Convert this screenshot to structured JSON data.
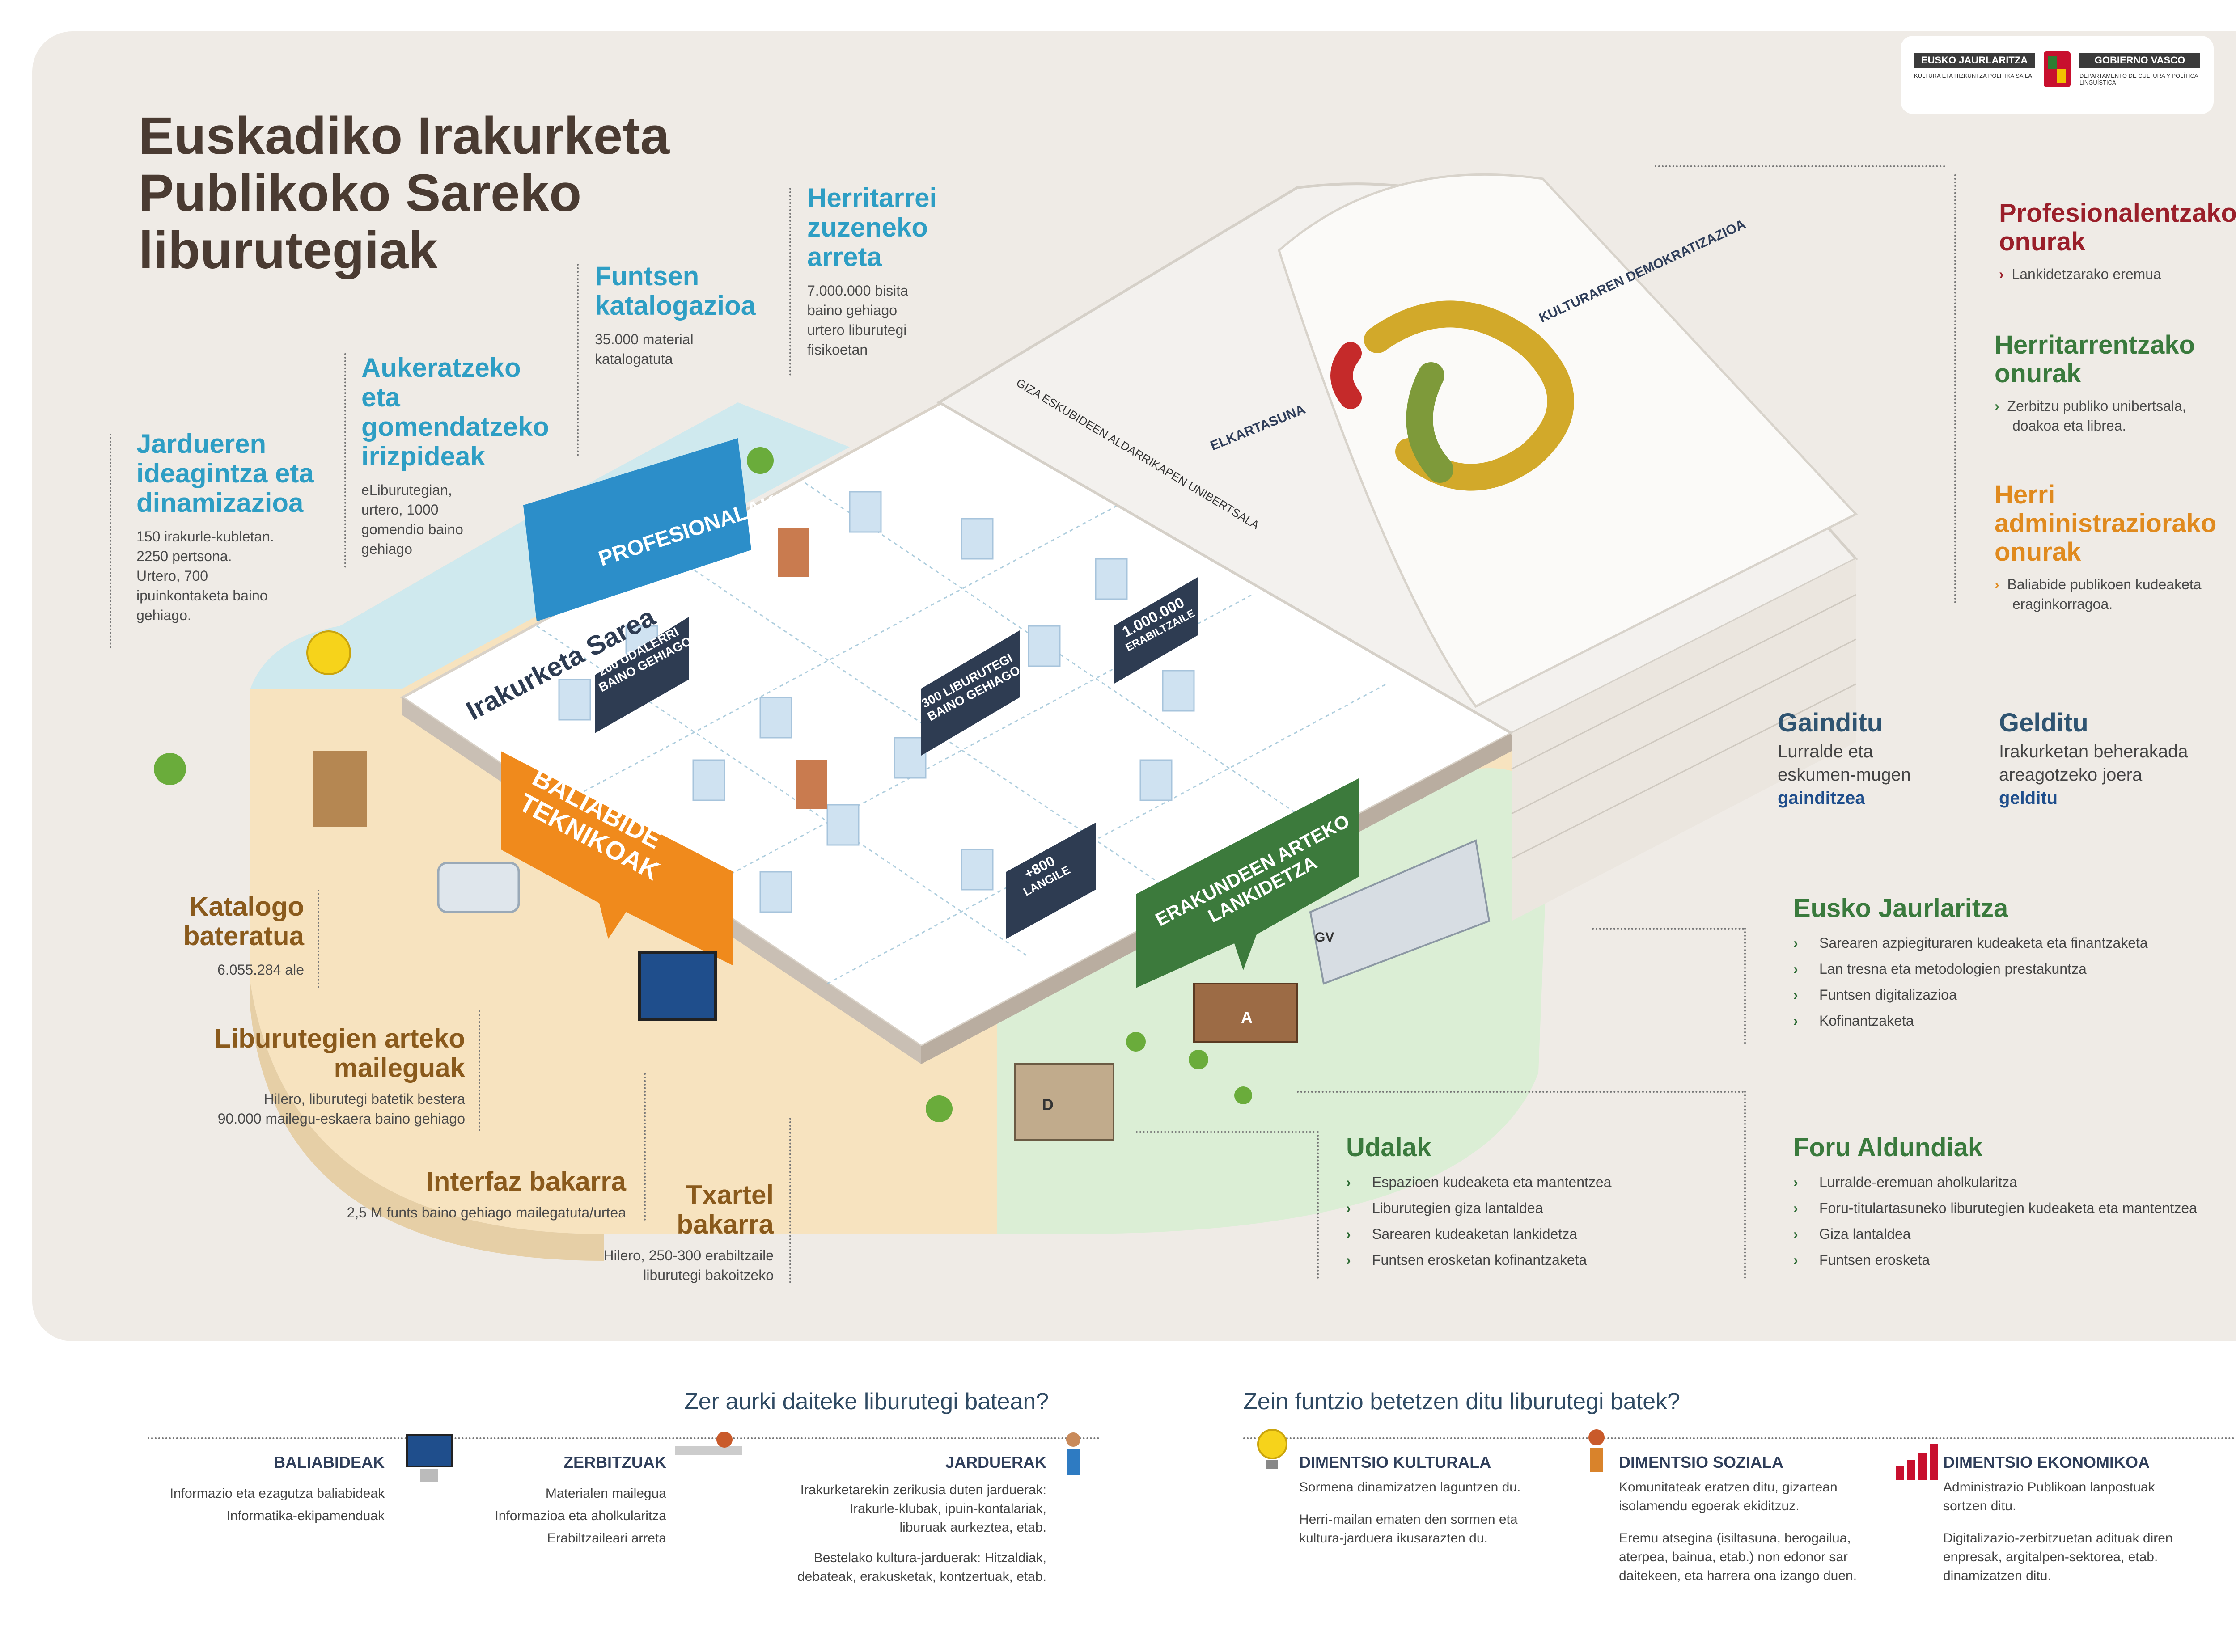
{
  "logo": {
    "left_name": "EUSKO JAURLARITZA",
    "right_name": "GOBIERNO VASCO",
    "left_sub": "KULTURA ETA HIZKUNTZA POLITIKA SAILA",
    "right_sub": "DEPARTAMENTO DE CULTURA Y POLÍTICA LINGÜÍSTICA"
  },
  "title": [
    "Euskadiko Irakurketa",
    "Publikoko Sareko",
    "liburutegiak"
  ],
  "callouts": {
    "jarduerak": {
      "heading": [
        "Jardueren",
        "ideagintza eta",
        "dinamizazioa"
      ],
      "text": [
        "150 irakurle-kubletan.",
        "2250 pertsona.",
        "Urtero, 700",
        "ipuinkontaketa baino",
        "gehiago."
      ]
    },
    "aukeratzeko": {
      "heading": [
        "Aukeratzeko eta",
        "gomendatzeko",
        "irizpideak"
      ],
      "text": [
        "eLiburutegian,",
        "urtero, 1000",
        "gomendio baino",
        "gehiago"
      ]
    },
    "funtsen": {
      "heading": [
        "Funtsen",
        "katalogazioa"
      ],
      "text": [
        "35.000 material",
        "katalogatuta"
      ]
    },
    "herritarrei": {
      "heading": [
        "Herritarrei",
        "zuzeneko",
        "arreta"
      ],
      "text": [
        "7.000.000 bisita",
        "baino gehiago",
        "urtero liburutegi",
        "fisikoetan"
      ]
    },
    "katalogo": {
      "heading": [
        "Katalogo",
        "bateratua"
      ],
      "text": [
        "6.055.284 ale"
      ]
    },
    "maileguak": {
      "heading": [
        "Liburutegien arteko",
        "maileguak"
      ],
      "text": [
        "Hilero, liburutegi batetik bestera",
        "90.000 mailegu-eskaera baino gehiago"
      ]
    },
    "interfaz": {
      "heading": [
        "Interfaz bakarra"
      ],
      "text": [
        "2,5 M funts baino gehiago mailegatuta/urtea"
      ]
    },
    "txartel": {
      "heading": [
        "Txartel",
        "bakarra"
      ],
      "text": [
        "Hilero, 250-300 erabiltzaile",
        "liburutegi bakoitzeko"
      ]
    }
  },
  "board": {
    "sarea": "Irakurketa Sarea",
    "stats": [
      [
        "200 UDALERRI",
        "BAINO GEHIAGO"
      ],
      [
        "300 LIBURUTEGI",
        "BAINO GEHIAGO"
      ],
      [
        "1.000.000",
        "ERABILTZAILE"
      ],
      [
        "+800",
        "LANGILE"
      ]
    ],
    "profesionalak": "PROFESIONALAK",
    "baliabide": [
      "BALIABIDE",
      "TEKNIKOAK"
    ],
    "erakundeen": [
      "ERAKUNDEEN ARTEKO",
      "LANKIDETZA"
    ]
  },
  "page_text": {
    "header": "GIZA ESKUBIDEEN ALDARRIKAPEN UNIBERTSALA",
    "labels": [
      "KULTURAREN DEMOKRATIZAZIOA",
      "ELKARTASUNA"
    ]
  },
  "right": {
    "profesional": {
      "heading": [
        "Profesionalentzako",
        "onurak"
      ],
      "items": [
        "Lankidetzarako eremua"
      ],
      "color": "#9a1f2a"
    },
    "herritar": {
      "heading": [
        "Herritarrentzako",
        "onurak"
      ],
      "items": [
        "Zerbitzu publiko unibertsala,",
        "doakoa eta librea."
      ],
      "color": "#3a7a3d"
    },
    "admin": {
      "heading": [
        "Herri",
        "administraziorako",
        "onurak"
      ],
      "items": [
        "Baliabide publikoen kudeaketa",
        "eraginkorragoa."
      ],
      "color": "#e08a1e"
    },
    "gainditu": {
      "heading": "Gainditu",
      "lines": [
        "Lurralde eta",
        "eskumen-mugen"
      ],
      "bold": "gainditzea"
    },
    "gelditu": {
      "heading": "Gelditu",
      "lines": [
        "Irakurketan beherakada",
        "areagotzeko joera"
      ],
      "bold": "gelditu"
    }
  },
  "eusko": {
    "heading": "Eusko Jaurlaritza",
    "items": [
      "Sarearen azpiegituraren kudeaketa eta finantzaketa",
      "Lan tresna eta metodologien prestakuntza",
      "Funtsen digitalizazioa",
      "Kofinantzaketa"
    ]
  },
  "udalak": {
    "heading": "Udalak",
    "items": [
      "Espazioen kudeaketa eta mantentzea",
      "Liburutegien giza lantaldea",
      "Sarearen kudeaketan lankidetza",
      "Funtsen erosketan kofinantzaketa"
    ]
  },
  "foru": {
    "heading": "Foru Aldundiak",
    "items": [
      "Lurralde-eremuan aholkularitza",
      "Foru-titulartasuneko liburutegien kudeaketa eta mantentzea",
      "Giza lantaldea",
      "Funtsen erosketa"
    ]
  },
  "buildings": {
    "a": "A",
    "d": "D",
    "gv": "GV"
  },
  "bottom": {
    "q1": "Zer aurki daiteke liburutegi batean?",
    "q2": "Zein funtzio betetzen ditu liburutegi batek?",
    "baliabideak": {
      "title": "BALIABIDEAK",
      "lines": [
        "Informazio eta ezagutza baliabideak",
        "Informatika-ekipamenduak"
      ]
    },
    "zerbitzuak": {
      "title": "ZERBITZUAK",
      "lines": [
        "Materialen mailegua",
        "Informazioa eta aholkularitza",
        "Erabiltzaileari arreta"
      ]
    },
    "jarduerak": {
      "title": "JARDUERAK",
      "lines": [
        "Irakurketarekin zerikusia duten jarduerak:",
        "Irakurle-klubak, ipuin-kontalariak,",
        "liburuak aurkeztea, etab.",
        "",
        "Bestelako kultura-jarduerak: Hitzaldiak,",
        "debateak, erakusketak, kontzertuak, etab."
      ]
    },
    "kulturala": {
      "title": "DIMENTSIO KULTURALA",
      "lines": [
        "Sormena dinamizatzen laguntzen du.",
        "",
        "Herri-mailan ematen den sormen eta",
        "kultura-jarduera ikusarazten du."
      ]
    },
    "soziala": {
      "title": "DIMENTSIO SOZIALA",
      "lines": [
        "Komunitateak eratzen ditu, gizartean",
        "isolamendu egoerak ekiditzuz.",
        "",
        "Eremu atsegina (isiltasuna, berogailua,",
        "aterpea, bainua, etab.) non edonor sar",
        "daitekeen, eta harrera ona izango duen."
      ]
    },
    "ekonomikoa": {
      "title": "DIMENTSIO EKONOMIKOA",
      "lines": [
        "Administrazio Publikoan lanpostuak",
        "sortzen ditu.",
        "",
        "Digitalizazio-zerbitzuetan adituak diren",
        "enpresak, argitalpen-sektorea, etab.",
        "dinamizatzen ditu."
      ]
    }
  },
  "colors": {
    "orange": "#f08a1c",
    "blue_tag": "#2c8ec9",
    "green_tag": "#3c7a3c",
    "navy_stat": "#2e3c52",
    "panel": "#efebe6"
  }
}
